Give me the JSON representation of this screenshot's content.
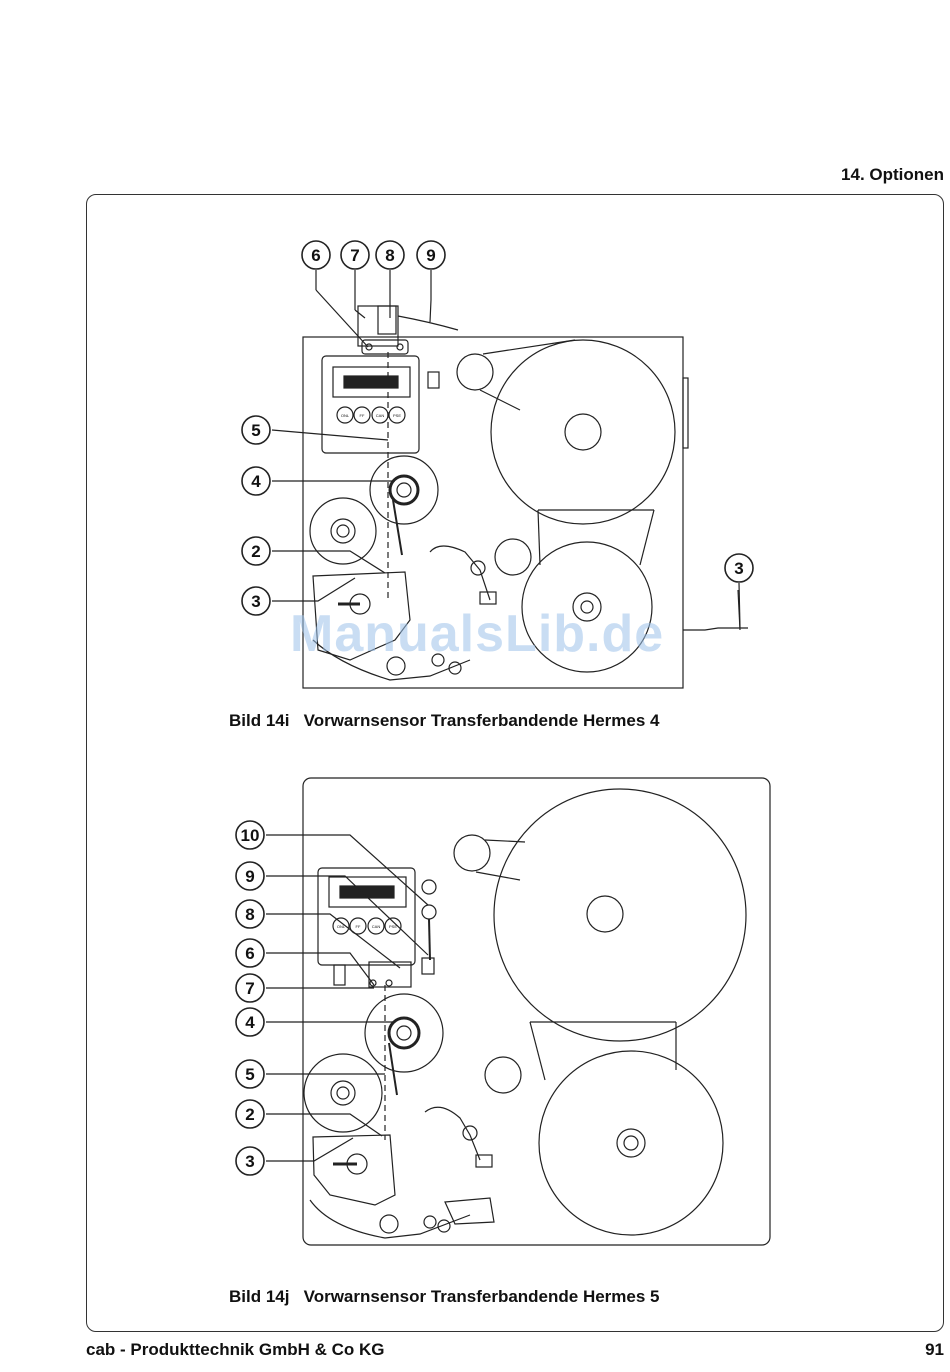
{
  "header": {
    "section": "14. Optionen"
  },
  "figure1": {
    "caption": "Bild 14i   Vorwarnsensor Transferbandende Hermes 4",
    "callouts": [
      "6",
      "7",
      "8",
      "9",
      "5",
      "4",
      "2",
      "3",
      "3"
    ],
    "keypad": [
      "ONL",
      "FF",
      "CAN",
      "PSE"
    ]
  },
  "figure2": {
    "caption": "Bild 14j   Vorwarnsensor Transferbandende Hermes 5",
    "callouts": [
      "10",
      "9",
      "8",
      "6",
      "7",
      "4",
      "5",
      "2",
      "3"
    ],
    "keypad": [
      "ONL",
      "FF",
      "CAN",
      "PSE"
    ]
  },
  "watermark": "ManualsLib.de",
  "footer": {
    "company": "cab - Produkttechnik GmbH & Co KG",
    "page": "91"
  }
}
